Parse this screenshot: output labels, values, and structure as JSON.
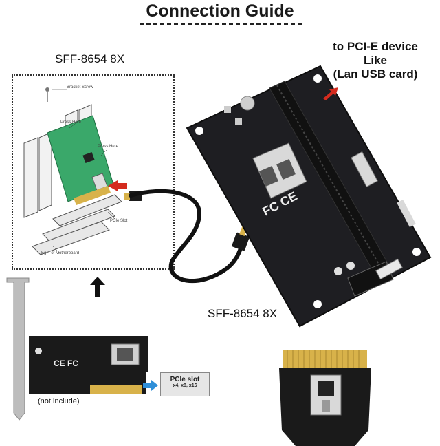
{
  "title": "Connection Guide",
  "labels": {
    "top_left_connector": "SFF-8654 8X",
    "bottom_connector": "SFF-8654 8X",
    "pcie_target_line1": "to PCI-E device",
    "pcie_target_line2": "Like",
    "pcie_target_line3": "(Lan USB card)",
    "not_include": "(not include)",
    "pcie_slot_title": "PCIe slot",
    "pcie_slot_sizes": "x4, x8, x16"
  },
  "diagram_labels": {
    "bracket_screw": "Bracket Screw",
    "press_here_1": "Press Here",
    "press_here_2": "Press Here",
    "pcie_slot": "PCIe Slot",
    "motherboard": "Eg. - of Motherboard"
  },
  "colors": {
    "board": "#1e1e22",
    "green_card": "#3aa86a",
    "red_arrow": "#d42b1e",
    "blue_arrow": "#2f8fd8",
    "gold": "#d8b24a"
  }
}
